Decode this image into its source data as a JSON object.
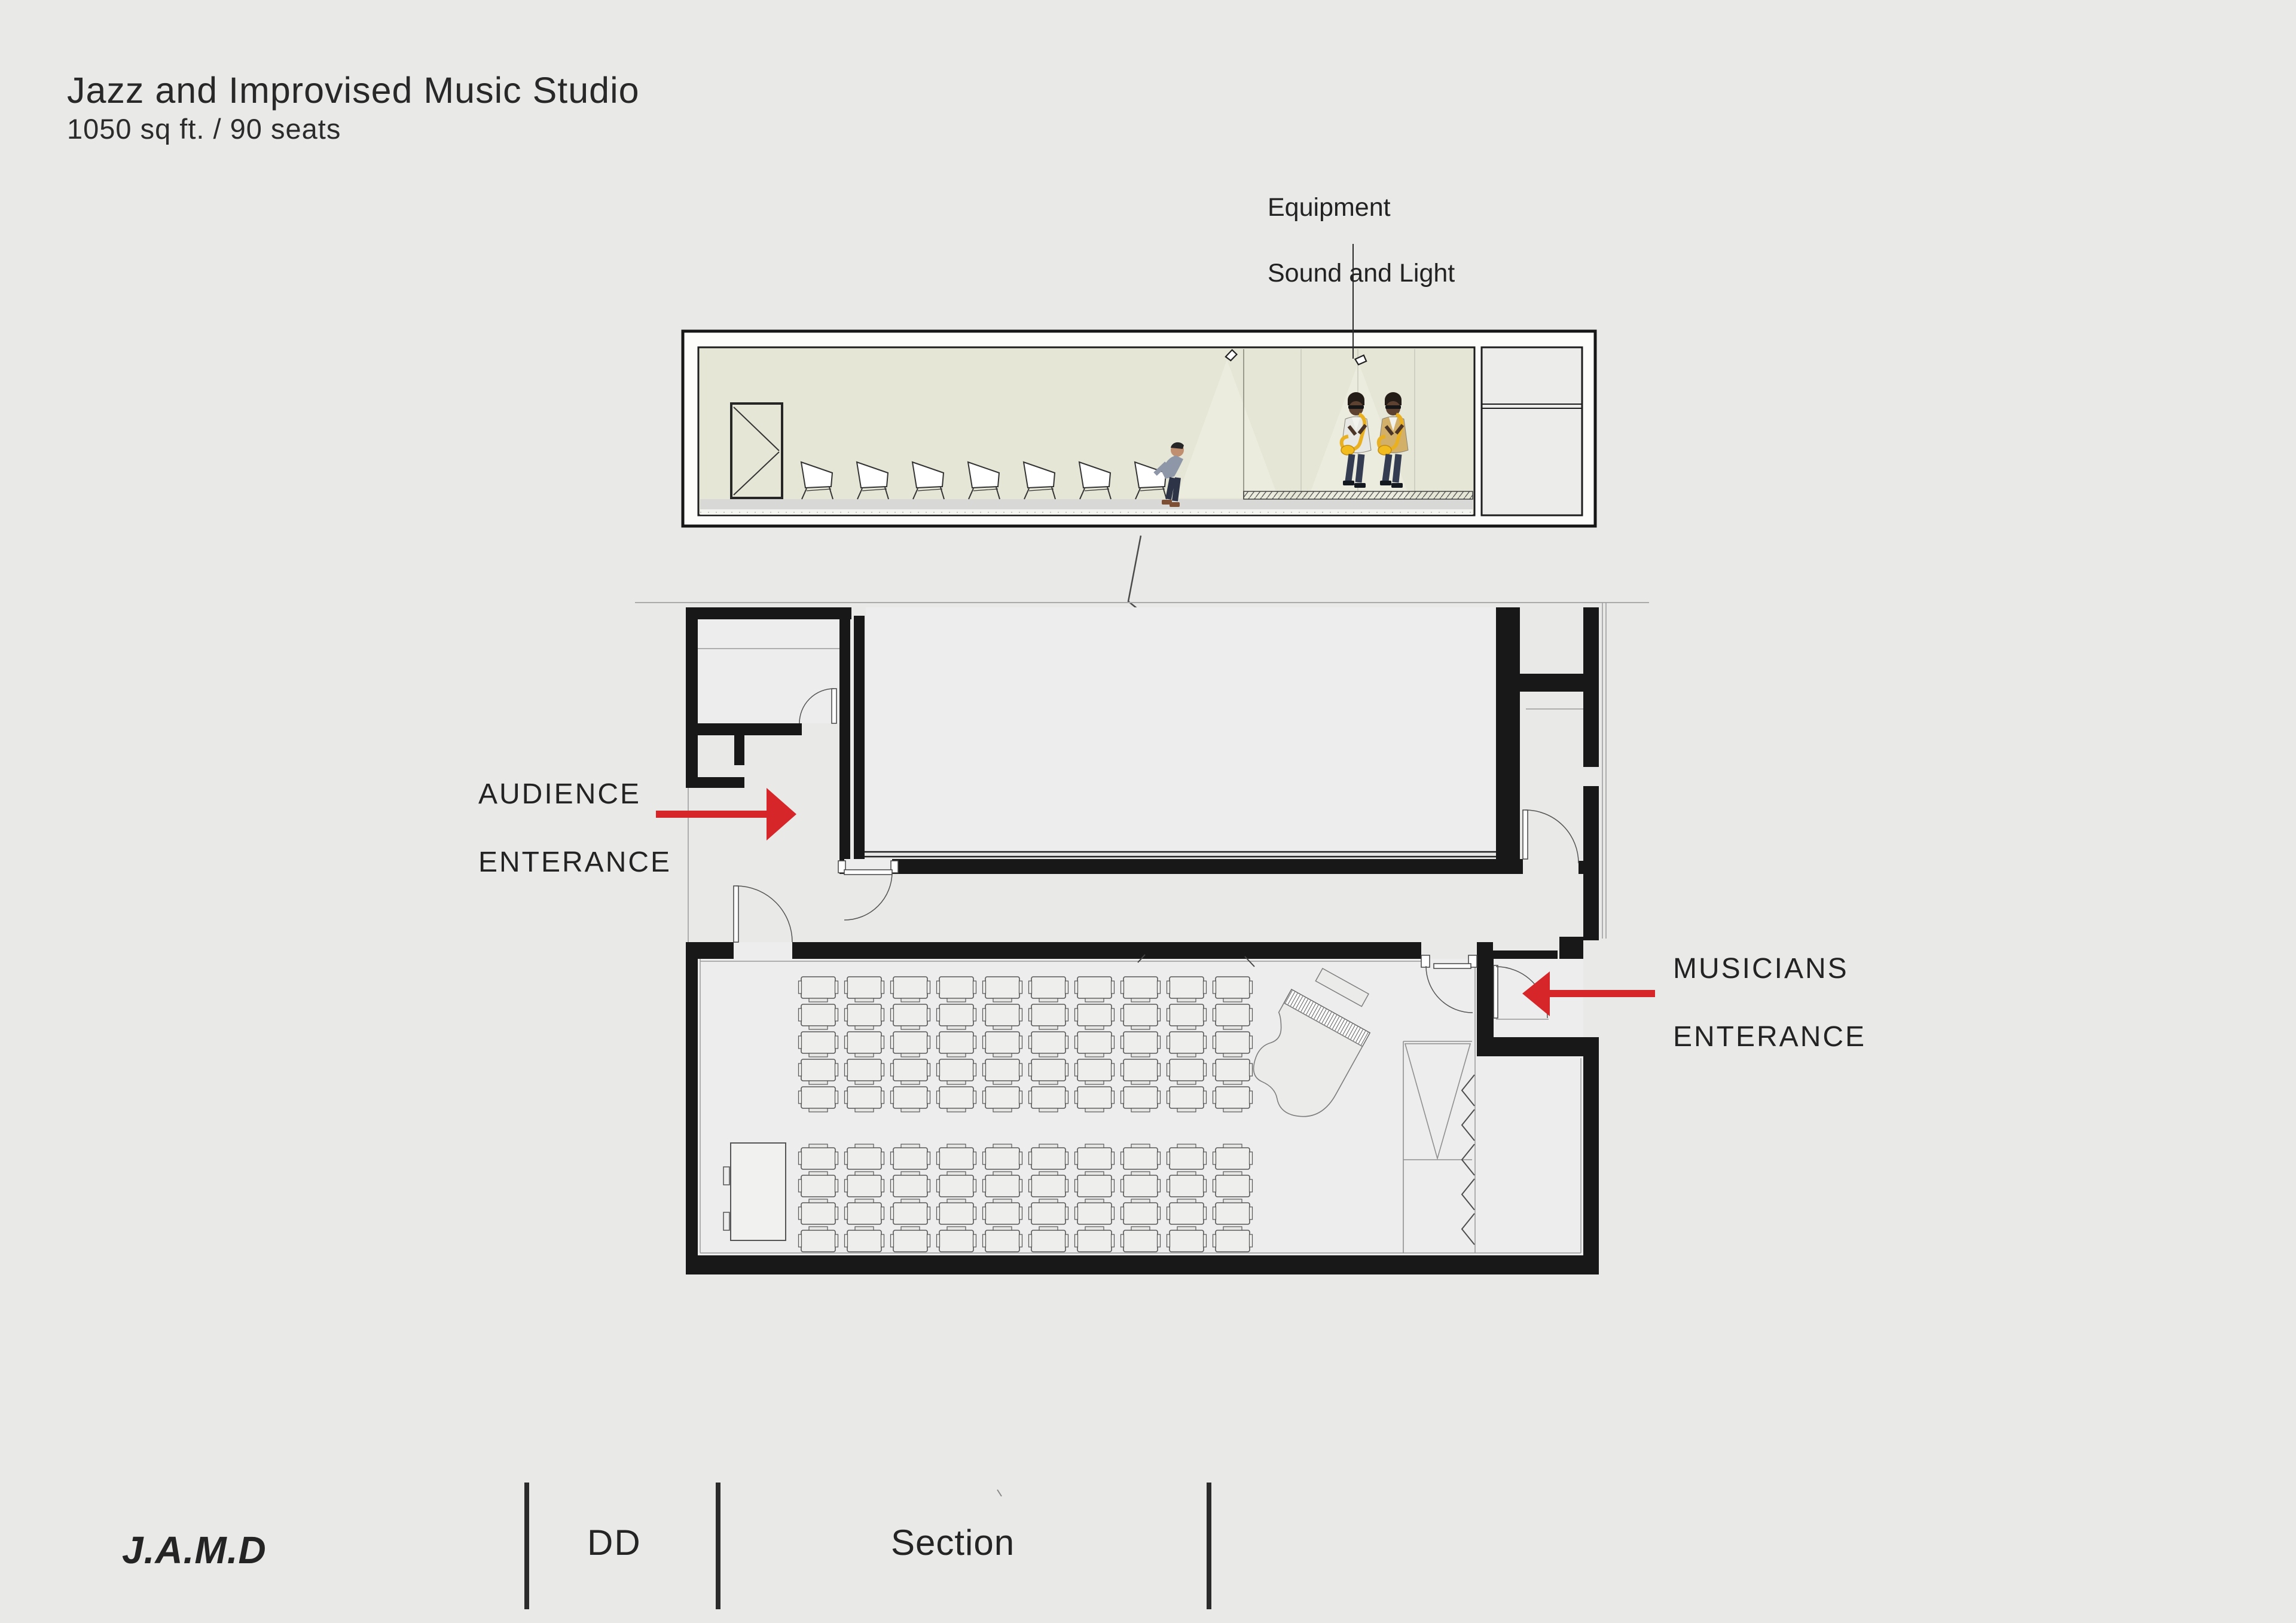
{
  "header": {
    "title": "Jazz and Improvised Music Studio",
    "subtitle": "1050 sq ft. / 90 seats"
  },
  "section_view": {
    "annotation": {
      "line1": "Equipment",
      "line2": "Sound and Light"
    },
    "music_stands": 7,
    "musicians": 2,
    "speakers": 2
  },
  "plan_view": {
    "audience_label": {
      "line1": "AUDIENCE",
      "line2": "ENTERANCE"
    },
    "musicians_label": {
      "line1": "MUSICIANS",
      "line2": "ENTERANCE"
    },
    "seating": {
      "front_block_rows": 5,
      "back_block_rows": 4,
      "columns": 10,
      "total_seats": 90
    }
  },
  "title_block": {
    "project": "J.A.M.D",
    "phase": "DD",
    "sheet": "Section"
  },
  "colors": {
    "background": "#e9e9e8",
    "accent_red": "#d7262a",
    "wall_black": "#181818",
    "section_room_fill": "#e6e6d6",
    "sax_yellow": "#efb723"
  }
}
